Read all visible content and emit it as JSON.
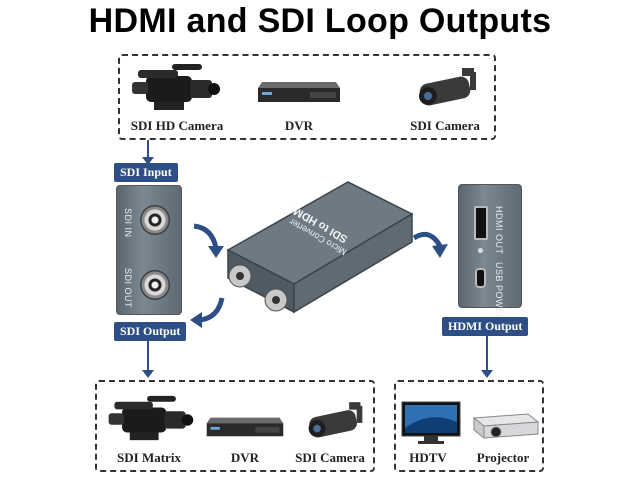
{
  "title": "HDMI and SDI Loop Outputs",
  "top_sources": [
    {
      "label": "SDI HD Camera",
      "icon": "video-camera-icon"
    },
    {
      "label": "DVR",
      "icon": "dvr-icon"
    },
    {
      "label": "SDI Camera",
      "icon": "cctv-camera-icon"
    }
  ],
  "tags": {
    "sdi_input": "SDI Input",
    "sdi_output": "SDI Output",
    "hdmi_output": "HDMI Output"
  },
  "left_panel": {
    "sdi_in": "SDI IN",
    "sdi_out": "SDI OUT"
  },
  "converter": {
    "line1": "Micro Converter",
    "line2": "SDI to HDMI"
  },
  "right_panel": {
    "hdmi_out": "HDMI OUT",
    "usb_power": "USB POWER"
  },
  "bottom_sdi_targets": [
    {
      "label": "SDI Matrix",
      "icon": "video-camera-icon"
    },
    {
      "label": "DVR",
      "icon": "dvr-icon"
    },
    {
      "label": "SDI Camera",
      "icon": "cctv-camera-icon"
    }
  ],
  "bottom_hdmi_targets": [
    {
      "label": "HDTV",
      "icon": "tv-icon"
    },
    {
      "label": "Projector",
      "icon": "projector-icon"
    }
  ],
  "colors": {
    "tag_blue": "#2d4f86",
    "device_grey": "#6e7a83"
  }
}
